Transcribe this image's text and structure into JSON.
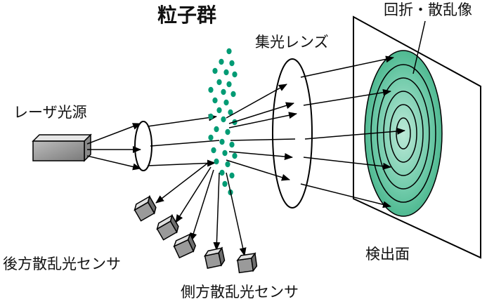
{
  "labels": {
    "particles": "粒子群",
    "pattern": "回折・散乱像",
    "lens": "集光レンズ",
    "laser": "レーザ光源",
    "back_sensor": "後方散乱光センサ",
    "side_sensor": "側方散乱光センサ",
    "detector": "検出面"
  },
  "colors": {
    "particle": "#009b74",
    "pattern_fill": "#5fc3a1",
    "line": "#000000"
  }
}
